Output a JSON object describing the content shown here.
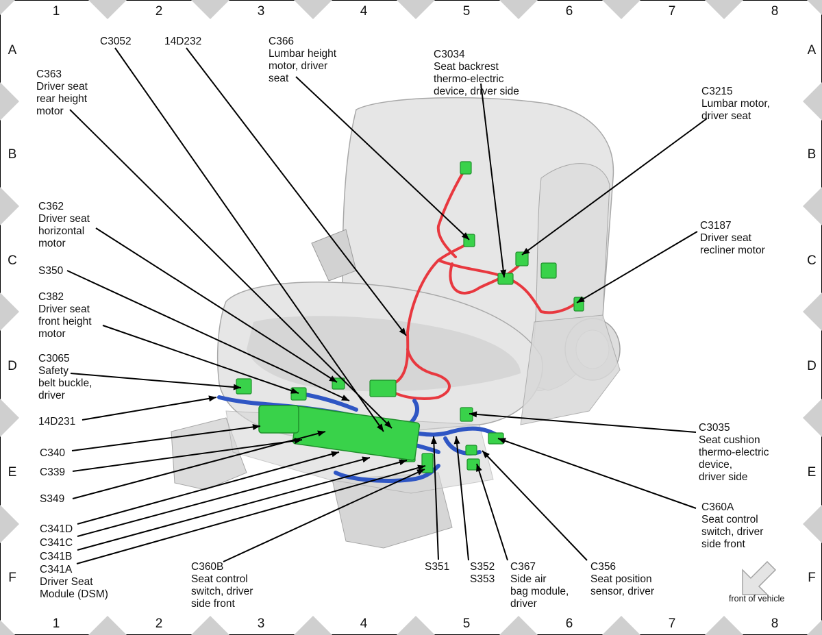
{
  "grid": {
    "columns": [
      "1",
      "2",
      "3",
      "4",
      "5",
      "6",
      "7",
      "8"
    ],
    "rows": [
      "A",
      "B",
      "C",
      "D",
      "E",
      "F"
    ]
  },
  "colors": {
    "red_harness": "#e8383f",
    "blue_harness": "#2f56c4",
    "connector": "#39d24a",
    "seat": "#e6e6e6",
    "seat_shadow": "#bdbdbd"
  },
  "callouts": [
    {
      "id": "c3052",
      "lines": [
        "C3052"
      ]
    },
    {
      "id": "14d232",
      "lines": [
        "14D232"
      ]
    },
    {
      "id": "c366",
      "lines": [
        "C366",
        "Lumbar height",
        "motor, driver",
        "seat"
      ]
    },
    {
      "id": "c3034",
      "lines": [
        "C3034",
        "Seat backrest",
        "thermo-electric",
        "device, driver side"
      ]
    },
    {
      "id": "c363",
      "lines": [
        "C363",
        "Driver seat",
        "rear height",
        "motor"
      ]
    },
    {
      "id": "c3215",
      "lines": [
        "C3215",
        "Lumbar motor,",
        "driver seat"
      ]
    },
    {
      "id": "c362",
      "lines": [
        "C362",
        "Driver seat",
        "horizontal",
        "motor"
      ]
    },
    {
      "id": "c3187",
      "lines": [
        "C3187",
        "Driver seat",
        "recliner motor"
      ]
    },
    {
      "id": "s350",
      "lines": [
        "S350"
      ]
    },
    {
      "id": "c382",
      "lines": [
        "C382",
        "Driver seat",
        "front height",
        "motor"
      ]
    },
    {
      "id": "c3065",
      "lines": [
        "C3065",
        "Safety",
        "belt buckle,",
        "driver"
      ]
    },
    {
      "id": "14d231",
      "lines": [
        "14D231"
      ]
    },
    {
      "id": "c340",
      "lines": [
        "C340"
      ]
    },
    {
      "id": "c339",
      "lines": [
        "C339"
      ]
    },
    {
      "id": "s349",
      "lines": [
        "S349"
      ]
    },
    {
      "id": "c341d",
      "lines": [
        "C341D"
      ]
    },
    {
      "id": "c341c",
      "lines": [
        "C341C"
      ]
    },
    {
      "id": "c341b",
      "lines": [
        "C341B"
      ]
    },
    {
      "id": "c341a",
      "lines": [
        "C341A",
        "Driver Seat",
        "Module (DSM)"
      ]
    },
    {
      "id": "c360b",
      "lines": [
        "C360B",
        "Seat control",
        "switch, driver",
        "side front"
      ]
    },
    {
      "id": "s351",
      "lines": [
        "S351"
      ]
    },
    {
      "id": "s352",
      "lines": [
        "S352",
        "S353"
      ]
    },
    {
      "id": "c367",
      "lines": [
        "C367",
        "Side air",
        "bag module,",
        "driver"
      ]
    },
    {
      "id": "c356",
      "lines": [
        "C356",
        "Seat position",
        "sensor, driver"
      ]
    },
    {
      "id": "c3035",
      "lines": [
        "C3035",
        "Seat cushion",
        "thermo-electric",
        "device,",
        "driver side"
      ]
    },
    {
      "id": "c360a",
      "lines": [
        "C360A",
        "Seat control",
        "switch, driver",
        "side front"
      ]
    }
  ],
  "orientation": {
    "label": "front of vehicle",
    "icon": "arrow-down-left-icon"
  }
}
